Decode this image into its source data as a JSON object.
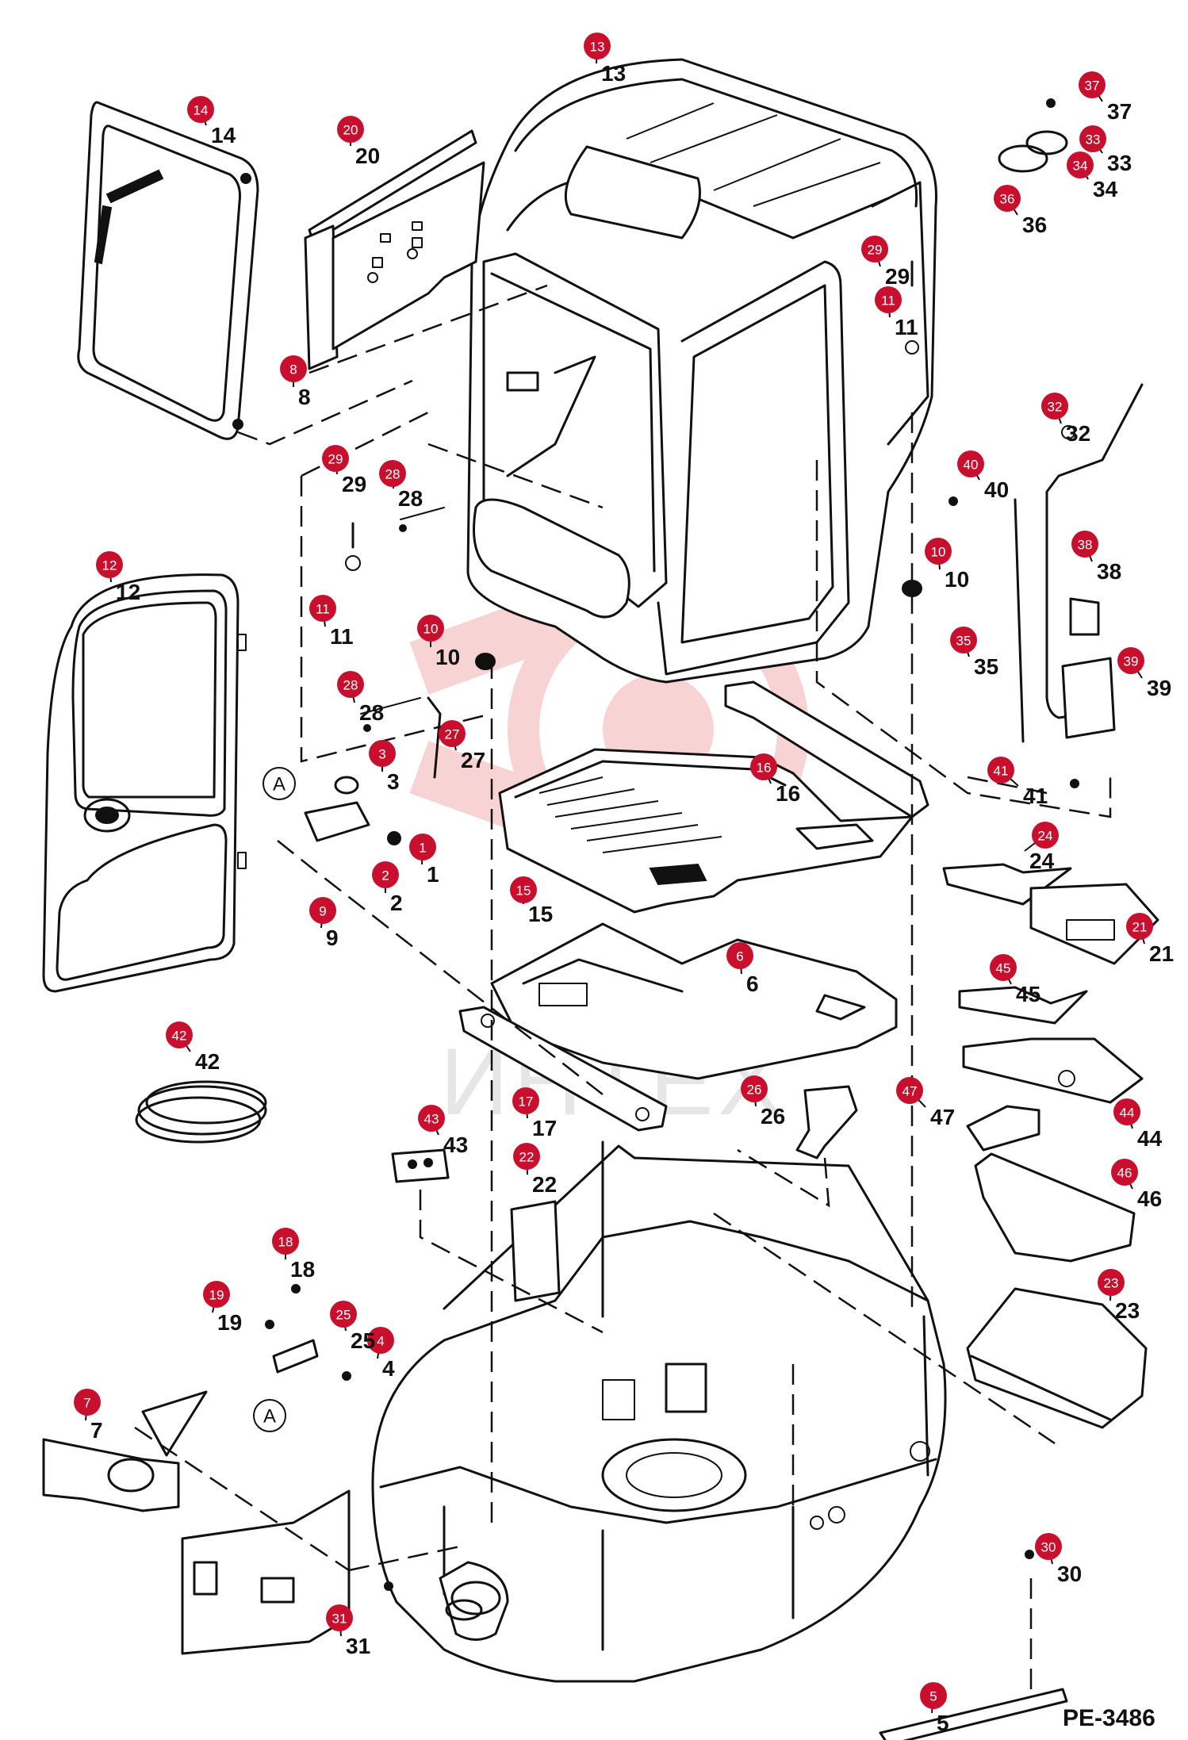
{
  "drawing_code": "PE-3486",
  "watermark_text": "ИНТЕХ",
  "ref_marker": "A",
  "colors": {
    "badge": "#c8102e",
    "line": "#111111",
    "watermark": "#f3b0b0"
  },
  "callouts": [
    {
      "num": "1",
      "text": "1"
    },
    {
      "num": "2",
      "text": "2"
    },
    {
      "num": "3",
      "text": "3"
    },
    {
      "num": "4",
      "text": "4"
    },
    {
      "num": "5",
      "text": "5"
    },
    {
      "num": "6",
      "text": "6"
    },
    {
      "num": "7",
      "text": "7"
    },
    {
      "num": "8",
      "text": "8"
    },
    {
      "num": "9",
      "text": "9"
    },
    {
      "num": "10",
      "text": "10"
    },
    {
      "num": "10",
      "text": "10"
    },
    {
      "num": "11",
      "text": "11"
    },
    {
      "num": "11",
      "text": "11"
    },
    {
      "num": "12",
      "text": "12"
    },
    {
      "num": "13",
      "text": "13"
    },
    {
      "num": "14",
      "text": "14"
    },
    {
      "num": "15",
      "text": "15"
    },
    {
      "num": "16",
      "text": "16"
    },
    {
      "num": "17",
      "text": "17"
    },
    {
      "num": "18",
      "text": "18"
    },
    {
      "num": "19",
      "text": "19"
    },
    {
      "num": "20",
      "text": "20"
    },
    {
      "num": "21",
      "text": "21"
    },
    {
      "num": "22",
      "text": "22"
    },
    {
      "num": "23",
      "text": "23"
    },
    {
      "num": "24",
      "text": "24"
    },
    {
      "num": "25",
      "text": "25"
    },
    {
      "num": "26",
      "text": "26"
    },
    {
      "num": "27",
      "text": "27"
    },
    {
      "num": "28",
      "text": "28"
    },
    {
      "num": "28",
      "text": "28"
    },
    {
      "num": "29",
      "text": "29"
    },
    {
      "num": "29",
      "text": "29"
    },
    {
      "num": "30",
      "text": "30"
    },
    {
      "num": "31",
      "text": "31"
    },
    {
      "num": "32",
      "text": "32"
    },
    {
      "num": "33",
      "text": "33"
    },
    {
      "num": "34",
      "text": "34"
    },
    {
      "num": "35",
      "text": "35"
    },
    {
      "num": "36",
      "text": "36"
    },
    {
      "num": "37",
      "text": "37"
    },
    {
      "num": "38",
      "text": "38"
    },
    {
      "num": "39",
      "text": "39"
    },
    {
      "num": "40",
      "text": "40"
    },
    {
      "num": "41",
      "text": "41"
    },
    {
      "num": "42",
      "text": "42"
    },
    {
      "num": "43",
      "text": "43"
    },
    {
      "num": "44",
      "text": "44"
    },
    {
      "num": "45",
      "text": "45"
    },
    {
      "num": "46",
      "text": "46"
    },
    {
      "num": "47",
      "text": "47"
    }
  ]
}
